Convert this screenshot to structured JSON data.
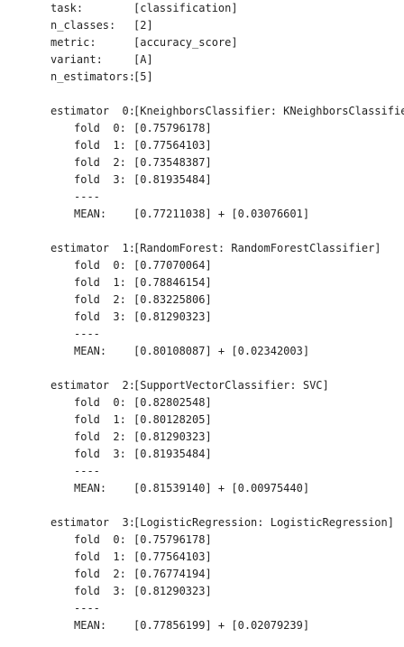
{
  "header": [
    {
      "key": "task:",
      "value": "[classification]"
    },
    {
      "key": "n_classes:",
      "value": "[2]"
    },
    {
      "key": "metric:",
      "value": "[accuracy_score]"
    },
    {
      "key": "variant:",
      "value": "[A]"
    },
    {
      "key": "n_estimators:",
      "value": "[5]"
    }
  ],
  "estimators": [
    {
      "label": "estimator  0:",
      "name": "[KneighborsClassifier: KNeighborsClassifier]",
      "folds": [
        {
          "label": "fold  0:",
          "value": "[0.75796178]"
        },
        {
          "label": "fold  1:",
          "value": "[0.77564103]"
        },
        {
          "label": "fold  2:",
          "value": "[0.73548387]"
        },
        {
          "label": "fold  3:",
          "value": "[0.81935484]"
        }
      ],
      "separator": "----",
      "mean_label": "MEAN:",
      "mean_value": "[0.77211038] + [0.03076601]"
    },
    {
      "label": "estimator  1:",
      "name": "[RandomForest: RandomForestClassifier]",
      "folds": [
        {
          "label": "fold  0:",
          "value": "[0.77070064]"
        },
        {
          "label": "fold  1:",
          "value": "[0.78846154]"
        },
        {
          "label": "fold  2:",
          "value": "[0.83225806]"
        },
        {
          "label": "fold  3:",
          "value": "[0.81290323]"
        }
      ],
      "separator": "----",
      "mean_label": "MEAN:",
      "mean_value": "[0.80108087] + [0.02342003]"
    },
    {
      "label": "estimator  2:",
      "name": "[SupportVectorClassifier: SVC]",
      "folds": [
        {
          "label": "fold  0:",
          "value": "[0.82802548]"
        },
        {
          "label": "fold  1:",
          "value": "[0.80128205]"
        },
        {
          "label": "fold  2:",
          "value": "[0.81290323]"
        },
        {
          "label": "fold  3:",
          "value": "[0.81935484]"
        }
      ],
      "separator": "----",
      "mean_label": "MEAN:",
      "mean_value": "[0.81539140] + [0.00975440]"
    },
    {
      "label": "estimator  3:",
      "name": "[LogisticRegression: LogisticRegression]",
      "folds": [
        {
          "label": "fold  0:",
          "value": "[0.75796178]"
        },
        {
          "label": "fold  1:",
          "value": "[0.77564103]"
        },
        {
          "label": "fold  2:",
          "value": "[0.76774194]"
        },
        {
          "label": "fold  3:",
          "value": "[0.81290323]"
        }
      ],
      "separator": "----",
      "mean_label": "MEAN:",
      "mean_value": "[0.77856199] + [0.02079239]"
    }
  ]
}
